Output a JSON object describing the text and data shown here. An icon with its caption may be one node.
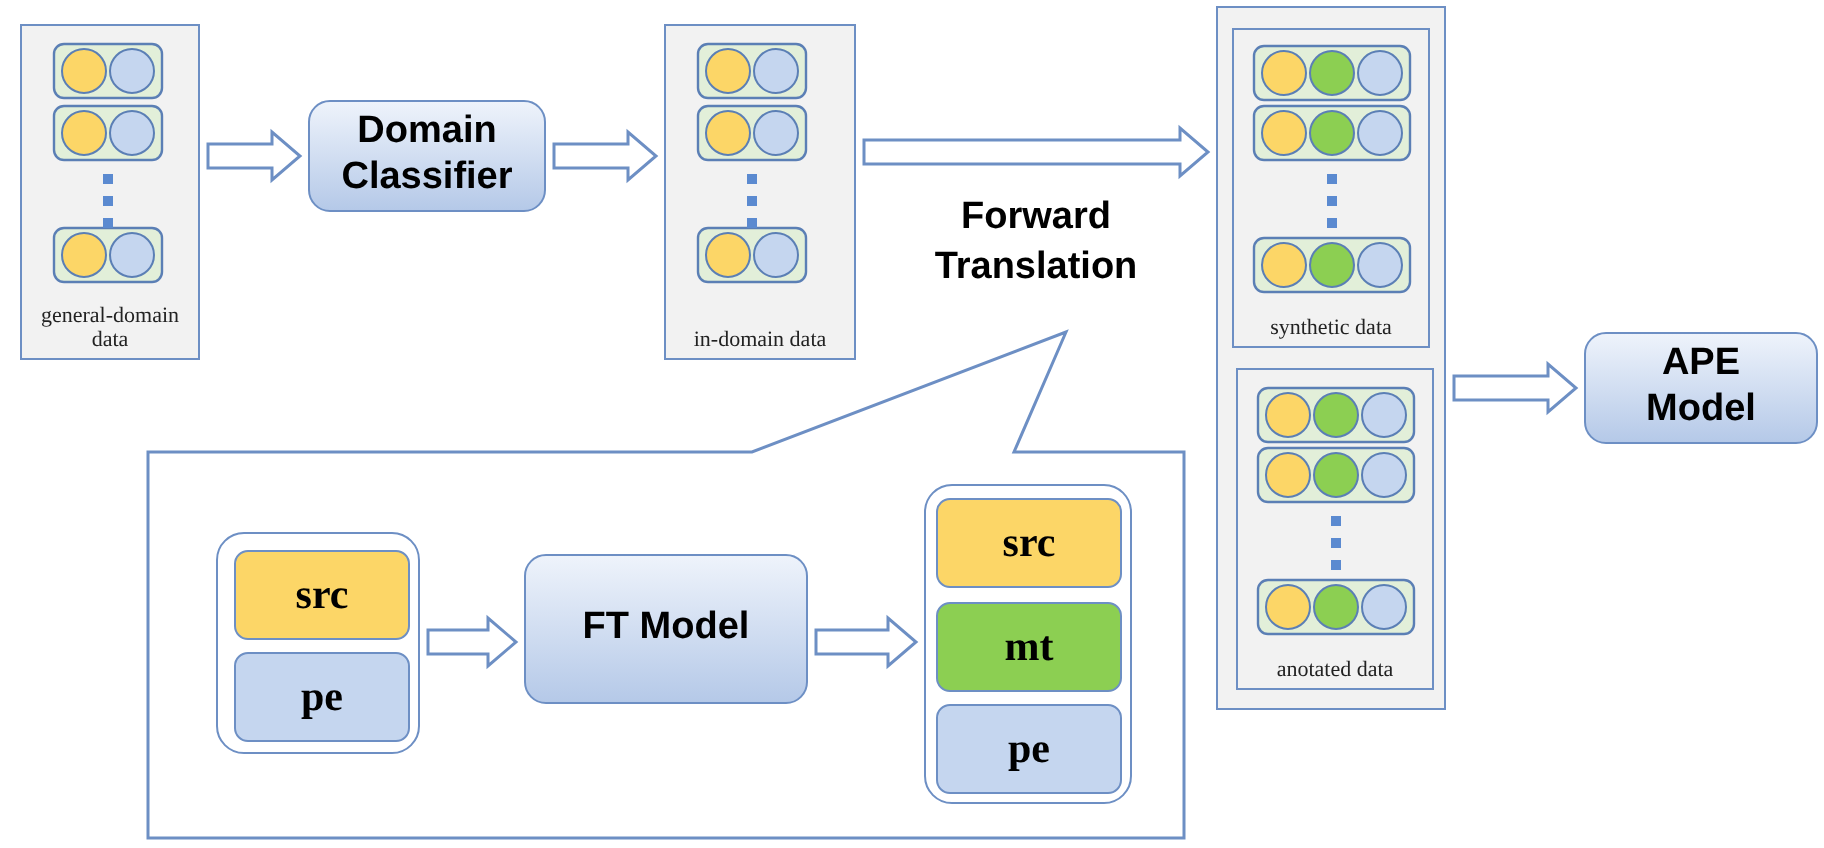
{
  "diagram": {
    "nodes": [
      {
        "text": [
          "general-domain data"
        ]
      },
      {
        "text": [
          "Domain Classifier"
        ]
      },
      {
        "text": [
          "in-domain data"
        ]
      },
      {
        "text": [],
        "shape": "box"
      },
      {
        "text": [
          "synthetic data"
        ],
        "in": 3
      },
      {
        "text": [
          "anotated data"
        ],
        "in": 3
      },
      {
        "text": [
          "APE Model"
        ]
      },
      {
        "text": [],
        "shape": "callout"
      },
      {
        "text": [],
        "shape": "box",
        "in": 7
      },
      {
        "text": [
          "src"
        ],
        "in": 8
      },
      {
        "text": [
          "pe"
        ],
        "in": 8
      },
      {
        "text": [
          "FT Model"
        ],
        "in": 7
      },
      {
        "text": [],
        "shape": "box",
        "in": 7
      },
      {
        "text": [
          "src"
        ],
        "in": 12
      },
      {
        "text": [
          "mt"
        ],
        "in": 12
      },
      {
        "text": [
          "pe"
        ],
        "in": 12
      }
    ],
    "edges": [
      {
        "from": 0,
        "to": 1,
        "arrow": "to"
      },
      {
        "from": 1,
        "to": 2,
        "arrow": "to"
      },
      {
        "from": 2,
        "to": 3,
        "arrow": "to",
        "label": "Forward Translation"
      },
      {
        "from": 3,
        "to": 6,
        "arrow": "to"
      },
      {
        "from": 8,
        "to": 11,
        "arrow": "to"
      },
      {
        "from": 11,
        "to": 12,
        "arrow": "to"
      }
    ]
  }
}
